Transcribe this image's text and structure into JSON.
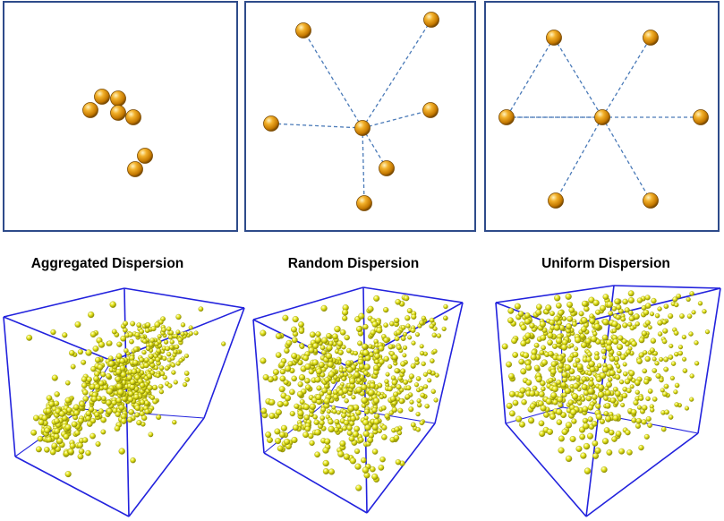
{
  "panels": [
    {
      "id": "aggregated",
      "title": "Aggregated Dispersion",
      "pattern": "aggregated"
    },
    {
      "id": "random",
      "title": "Random Dispersion",
      "pattern": "random"
    },
    {
      "id": "uniform",
      "title": "Uniform Dispersion",
      "pattern": "uniform"
    }
  ],
  "colors": {
    "panel_border": "#2e4b8a",
    "particle_orange": "#e59a10",
    "particle_dark": "#7a4a00",
    "link_dash": "#4a7ab8",
    "cube_edge": "#2222dd",
    "sphere_yellow": "#e8e820",
    "sphere_dark": "#8a8a00"
  }
}
